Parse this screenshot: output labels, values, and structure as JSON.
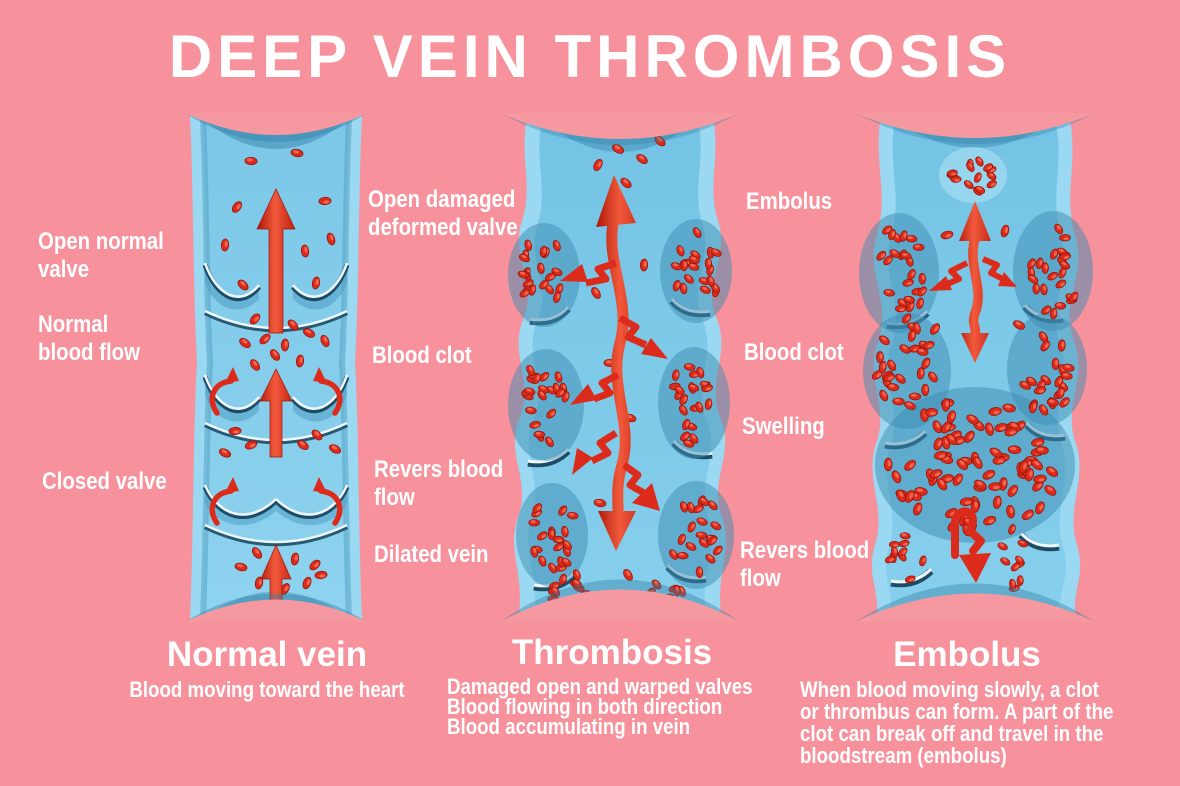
{
  "title": "DEEP VEIN THROMBOSIS",
  "colors": {
    "background": "#F7929C",
    "text": "#FFFFFF",
    "vein_blue": "#7EC9E9",
    "vein_wall": "#9BD8F1",
    "blood_red": "#DC2B1A"
  },
  "panels": {
    "normal": {
      "heading": "Normal vein",
      "caption": "Blood moving toward the heart",
      "labels": {
        "open_valve": "Open normal\nvalve",
        "blood_flow": "Normal\nblood flow",
        "closed_valve": "Closed valve"
      }
    },
    "thrombosis": {
      "heading": "Thrombosis",
      "caption": "Damaged open and warped valves\nBlood flowing in both direction\nBlood accumulating in vein",
      "labels": {
        "damaged_valve": "Open damaged\ndeformed valve",
        "blood_clot": "Blood clot",
        "reverse_flow": "Revers blood\nflow",
        "dilated_vein": "Dilated vein"
      }
    },
    "embolus": {
      "heading": "Embolus",
      "caption": "When blood moving slowly, a clot\nor thrombus can form. A part of the\nclot can break off and travel in the\nbloodstream (embolus)",
      "labels": {
        "embolus": "Embolus",
        "blood_clot": "Blood clot",
        "swelling": "Swelling",
        "reverse_flow": "Revers blood\nflow"
      }
    }
  }
}
